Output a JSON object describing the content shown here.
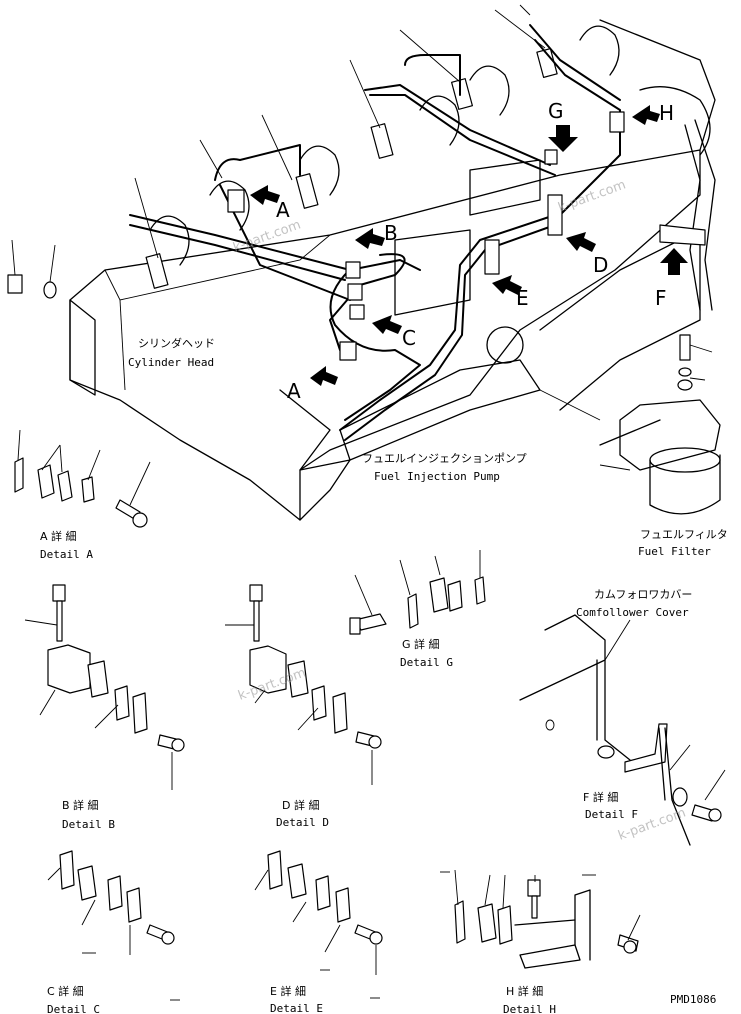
{
  "callouts": {
    "A1": "A",
    "B": "B",
    "C": "C",
    "A2": "A",
    "D": "D",
    "E": "E",
    "F": "F",
    "G": "G",
    "H": "H"
  },
  "labels": {
    "cylinder_head_jp": "シリンダヘッド",
    "cylinder_head_en": "Cylinder Head",
    "fuel_pump_jp": "フュエルインジェクションポンプ",
    "fuel_pump_en": "Fuel Injection Pump",
    "fuel_filter_jp": "フュエルフィルタ",
    "fuel_filter_en": "Fuel Filter",
    "comfollower_jp": "カムフォロワカバー",
    "comfollower_en": "Comfollower Cover"
  },
  "details": {
    "A": {
      "jp": "A 詳 細",
      "en": "Detail A"
    },
    "B": {
      "jp": "B 詳 細",
      "en": "Detail B"
    },
    "C": {
      "jp": "C 詳 細",
      "en": "Detail C"
    },
    "D": {
      "jp": "D 詳 細",
      "en": "Detail D"
    },
    "E": {
      "jp": "E 詳 細",
      "en": "Detail E"
    },
    "F": {
      "jp": "F 詳 細",
      "en": "Detail F"
    },
    "G": {
      "jp": "G 詳 細",
      "en": "Detail G"
    },
    "H": {
      "jp": "H 詳 細",
      "en": "Detail H"
    }
  },
  "drawing_code": "PMD1086",
  "watermark": "k-part.com",
  "colors": {
    "ink": "#000000",
    "paper": "#ffffff",
    "watermark": "#9a9a9a"
  }
}
